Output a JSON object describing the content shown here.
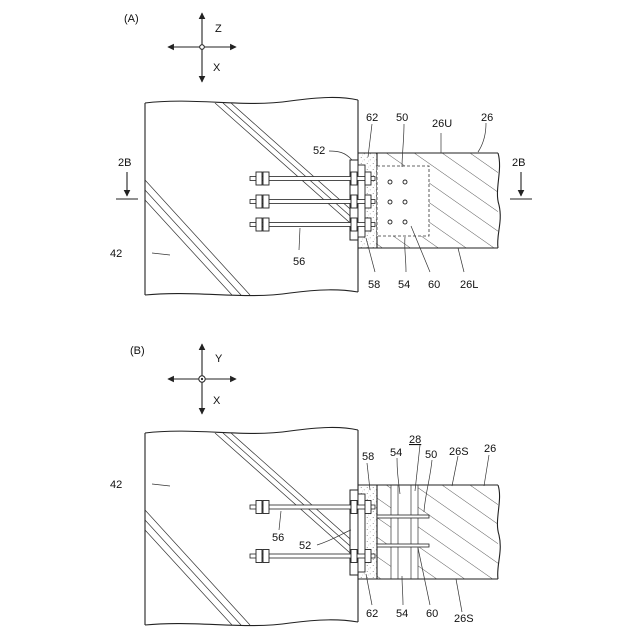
{
  "colors": {
    "ink": "#222222",
    "background": "#ffffff",
    "grout_dots": "#555555"
  },
  "panels": {
    "a": {
      "panel_label": "(A)",
      "axis_up": "Z",
      "axis_down": "X",
      "section_left": "2B",
      "section_right": "2B",
      "refs": {
        "r42": "42",
        "r52": "52",
        "r62": "62",
        "r50": "50",
        "r26u": "26U",
        "r26": "26",
        "r56": "56",
        "r58": "58",
        "r54": "54",
        "r60": "60",
        "r26l": "26L"
      }
    },
    "b": {
      "panel_label": "(B)",
      "axis_up": "Y",
      "axis_down": "X",
      "refs": {
        "r42": "42",
        "r58": "58",
        "r54": "54",
        "r28": "28",
        "r50": "50",
        "r26s_top": "26S",
        "r26": "26",
        "r56": "56",
        "r52": "52",
        "r62": "62",
        "r54_bottom": "54",
        "r60": "60",
        "r26s_bottom": "26S"
      }
    }
  }
}
